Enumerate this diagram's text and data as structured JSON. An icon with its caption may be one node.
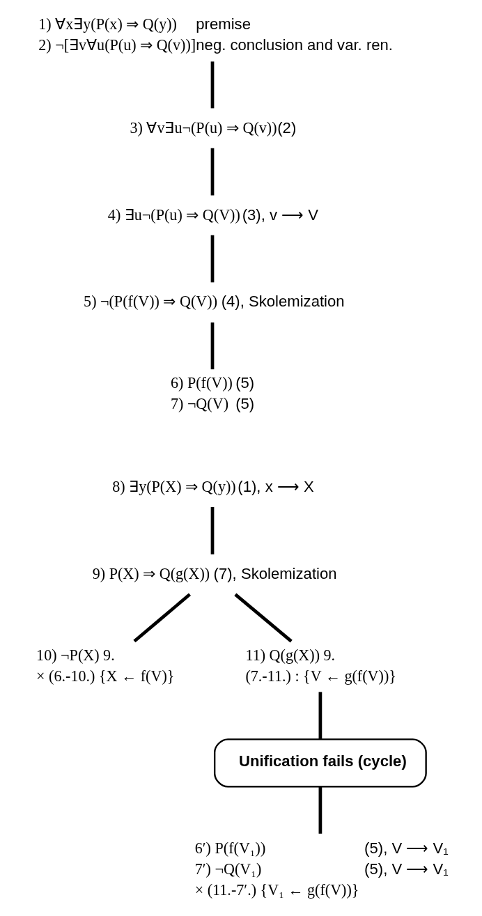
{
  "diagram": {
    "nodes": [
      {
        "text": [
          "1) ∀x∃y(P(x) ⇒ Q(y))",
          "2) ¬[∃v∀u(P(u) ⇒ Q(v))]"
        ],
        "beside": [
          "premise",
          "neg. conclusion and var. ren."
        ]
      },
      {
        "text": [
          "3) ∀v∃u¬(P(u) ⇒ Q(v))"
        ],
        "beside": [
          "(2)"
        ]
      },
      {
        "text": [
          "4) ∃u¬(P(u) ⇒ Q(V))"
        ],
        "beside": [
          "(3), v ⟶ V"
        ]
      },
      {
        "text": [
          "5) ¬(P(f(V)) ⇒ Q(V))"
        ],
        "beside": [
          "(4), Skolemization"
        ]
      },
      {
        "text": [
          "6) P(f(V))",
          "7) ¬Q(V)"
        ],
        "beside": [
          "(5)",
          "(5)"
        ]
      },
      {
        "text": [
          "8) ∃y(P(X) ⇒ Q(y))"
        ],
        "beside": [
          "(1), x ⟶ X"
        ]
      },
      {
        "text": [
          "9) P(X) ⇒ Q(g(X))"
        ],
        "beside": [
          "(7), Skolemization"
        ]
      },
      {
        "text": [
          "10) ¬P(X) 9.",
          "× (6.-10.) {X ← f(V)}"
        ]
      },
      {
        "text": [
          "11) Q(g(X)) 9.",
          "(7.-11.) : {V ← g(f(V))}"
        ]
      },
      {
        "text": [
          "Unification fails (cycle)"
        ]
      },
      {
        "text": [
          "6′) P(f(V₁))",
          "7′) ¬Q(V₁)",
          "× (11.-7′.) {V₁ ← g(f(V))}"
        ],
        "beside": [
          "(5), V ⟶ V₁",
          "(5), V ⟶ V₁"
        ]
      }
    ],
    "edges": [
      {
        "from": 0,
        "to": 1,
        "arrow": "none"
      },
      {
        "from": 1,
        "to": 2,
        "arrow": "none"
      },
      {
        "from": 2,
        "to": 3,
        "arrow": "none"
      },
      {
        "from": 3,
        "to": 4,
        "arrow": "none"
      },
      {
        "from": 5,
        "to": 6,
        "arrow": "none"
      },
      {
        "from": 6,
        "to": 7,
        "arrow": "none"
      },
      {
        "from": 6,
        "to": 8,
        "arrow": "none"
      },
      {
        "from": 8,
        "to": 9,
        "arrow": "none"
      },
      {
        "from": 9,
        "to": 10,
        "arrow": "none"
      }
    ]
  }
}
